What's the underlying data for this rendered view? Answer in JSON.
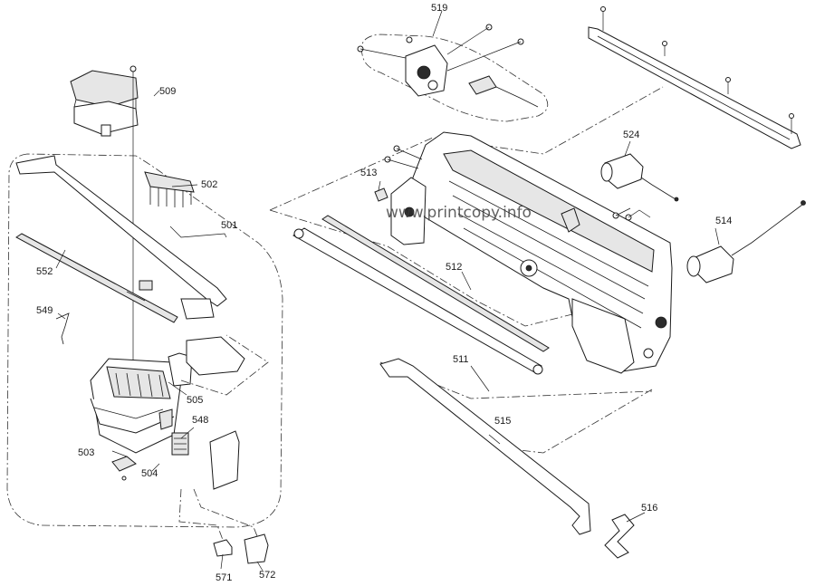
{
  "watermark": "www.printcopy.info",
  "callouts": {
    "p501": "501",
    "p502": "502",
    "p503": "503",
    "p504": "504",
    "p505": "505",
    "p509": "509",
    "p511": "511",
    "p512": "512",
    "p513": "513",
    "p514": "514",
    "p515": "515",
    "p516": "516",
    "p519": "519",
    "p524": "524",
    "p548": "548",
    "p549": "549",
    "p552": "552",
    "p571": "571",
    "p572": "572"
  }
}
